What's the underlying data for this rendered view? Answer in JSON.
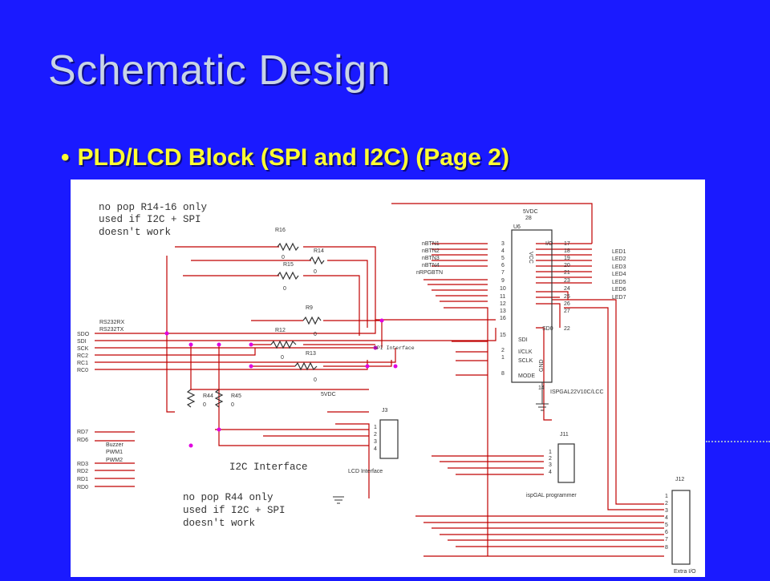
{
  "slide": {
    "title": "Schematic Design",
    "bullet": "PLD/LCD Block (SPI and I2C)  (Page 2)"
  },
  "schematic": {
    "note_top": [
      "no pop R14-16  only",
      "used if I2C + SPI",
      "doesn't work"
    ],
    "note_bottom": [
      "no pop R44 only",
      "used if I2C + SPI",
      "doesn't work"
    ],
    "i2c_label": "I2C Interface",
    "spi_label": "SPI Interface",
    "power_label_top": "5VDC",
    "power_label_mid": "5VDC",
    "resistors": [
      {
        "ref": "R16",
        "value": "0"
      },
      {
        "ref": "R14",
        "value": "0"
      },
      {
        "ref": "R15",
        "value": "0"
      },
      {
        "ref": "R9",
        "value": "0"
      },
      {
        "ref": "R12",
        "value": "0"
      },
      {
        "ref": "R13",
        "value": "0"
      },
      {
        "ref": "R44",
        "value": "0"
      },
      {
        "ref": "R45",
        "value": "0"
      }
    ],
    "left_ports": [
      "RS232RX",
      "RS232TX"
    ],
    "left_nets": [
      "SDO",
      "SDI",
      "SCK",
      "RC2",
      "RC1",
      "RC0"
    ],
    "left_nets_bottom": [
      "RD7",
      "RD6",
      "RD3",
      "RD2",
      "RD1",
      "RD0"
    ],
    "left_ports_bottom": [
      "Buzzer",
      "PWM1",
      "PWM2"
    ],
    "button_ports": [
      "nBTN1",
      "nBTN2",
      "nBTN3",
      "nBTN4",
      "nRPGBTN"
    ],
    "led_ports": [
      "LED1",
      "LED2",
      "LED3",
      "LED4",
      "LED5",
      "LED6",
      "LED7"
    ],
    "u6": {
      "ref": "U6",
      "part": "ISPGAL22V10C/LCC",
      "left_pins": [
        "3",
        "4",
        "5",
        "6",
        "7",
        "9",
        "10",
        "11",
        "12",
        "13",
        "16"
      ],
      "right_pins": [
        "17",
        "18",
        "19",
        "20",
        "21",
        "23",
        "24",
        "25",
        "26",
        "27"
      ],
      "io_label": "I/O",
      "vcc": "VCC",
      "gnd": "GND",
      "sdi_pin": "15",
      "sdi": "SDI",
      "iclk_pin": "2",
      "iclk": "I/CLK",
      "sclk_pin": "1",
      "sclk": "SCLK",
      "mode_pin": "8",
      "mode": "MODE",
      "sd0_pin": "22",
      "sd0": "SD0",
      "vcc_pin": "28",
      "gnd_pin": "14"
    },
    "j3": {
      "ref": "J3",
      "label": "LCD Interface",
      "pins": [
        "1",
        "2",
        "3",
        "4"
      ]
    },
    "j11": {
      "ref": "J11",
      "label": "ispGAL programmer",
      "pins": [
        "1",
        "2",
        "3",
        "4"
      ]
    },
    "j12": {
      "ref": "J12",
      "label": "Extra I/O",
      "pins": [
        "1",
        "2",
        "3",
        "4",
        "5",
        "6",
        "7",
        "8"
      ]
    }
  }
}
